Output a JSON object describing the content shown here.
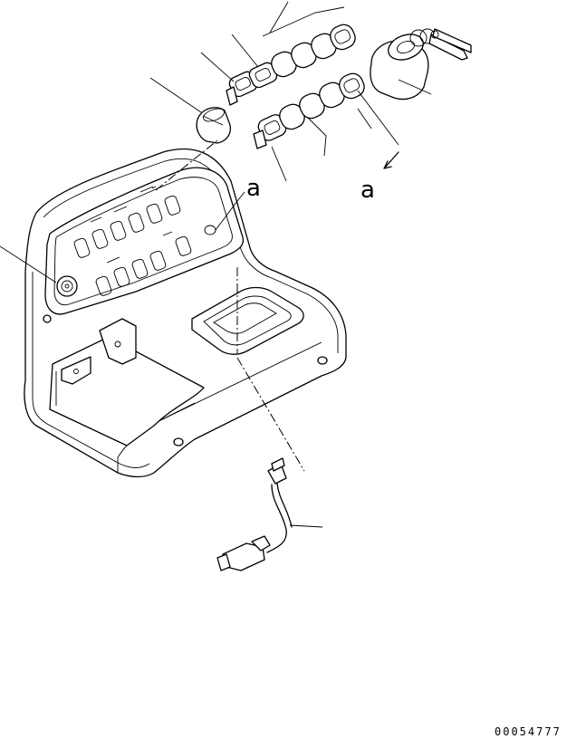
{
  "figure": {
    "callouts": [
      {
        "id": "upper-a",
        "letter": "a"
      },
      {
        "id": "lower-a",
        "letter": "a"
      }
    ],
    "doc_number": "00054777"
  }
}
